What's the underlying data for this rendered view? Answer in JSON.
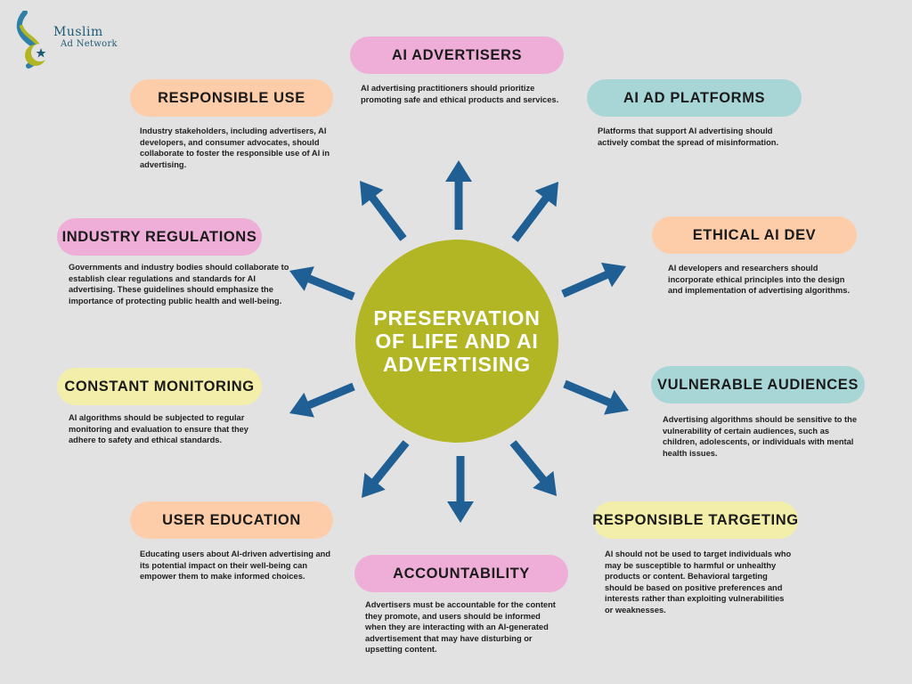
{
  "logo": {
    "line1": "Muslim",
    "line2": "Ad Network"
  },
  "center": {
    "title": "PRESERVATION OF LIFE AND AI ADVERTISING"
  },
  "colors": {
    "hub": "#b2b624",
    "arrow": "#1f5f94",
    "pink": "#eeaed8",
    "peach": "#fdcda9",
    "teal": "#a8d6d7",
    "yellow": "#f3eeaa"
  },
  "nodes": {
    "ai_advertisers": {
      "title": "AI ADVERTISERS",
      "text": "AI advertising practitioners should prioritize promoting safe and ethical products and services."
    },
    "ai_ad_platforms": {
      "title": "AI AD PLATFORMS",
      "text": "Platforms that support AI advertising should actively combat the spread of misinformation."
    },
    "ethical_ai_dev": {
      "title": "ETHICAL AI DEV",
      "text": "AI developers and researchers should incorporate ethical principles into the design and implementation of advertising algorithms."
    },
    "vulnerable_audiences": {
      "title": "VULNERABLE AUDIENCES",
      "text": "Advertising algorithms should be sensitive to the vulnerability of certain audiences, such as children, adolescents, or individuals with mental health issues."
    },
    "responsible_targeting": {
      "title": "RESPONSIBLE TARGETING",
      "text": "AI should not be used to target individuals who may be susceptible to harmful or unhealthy products or content. Behavioral targeting should be based on positive preferences and interests rather than exploiting vulnerabilities or weaknesses."
    },
    "accountability": {
      "title": "ACCOUNTABILITY",
      "text": "Advertisers must be accountable for the content they promote, and users should be informed when they are interacting with an AI-generated advertisement that may have disturbing or upsetting content."
    },
    "user_education": {
      "title": "USER EDUCATION",
      "text": "Educating users about AI-driven advertising and its potential impact on their well-being can empower them to make informed choices."
    },
    "constant_monitoring": {
      "title": "CONSTANT MONITORING",
      "text": "AI algorithms should be subjected to regular monitoring and evaluation to ensure that they adhere to safety and ethical standards."
    },
    "industry_regulations": {
      "title": "INDUSTRY REGULATIONS",
      "text": "Governments and industry bodies should collaborate to establish clear regulations and standards for AI advertising. These guidelines should emphasize the importance of protecting public health and well-being."
    },
    "responsible_use": {
      "title": "RESPONSIBLE USE",
      "text": "Industry stakeholders, including advertisers, AI developers, and consumer advocates, should collaborate to foster the responsible use of AI in advertising."
    }
  }
}
